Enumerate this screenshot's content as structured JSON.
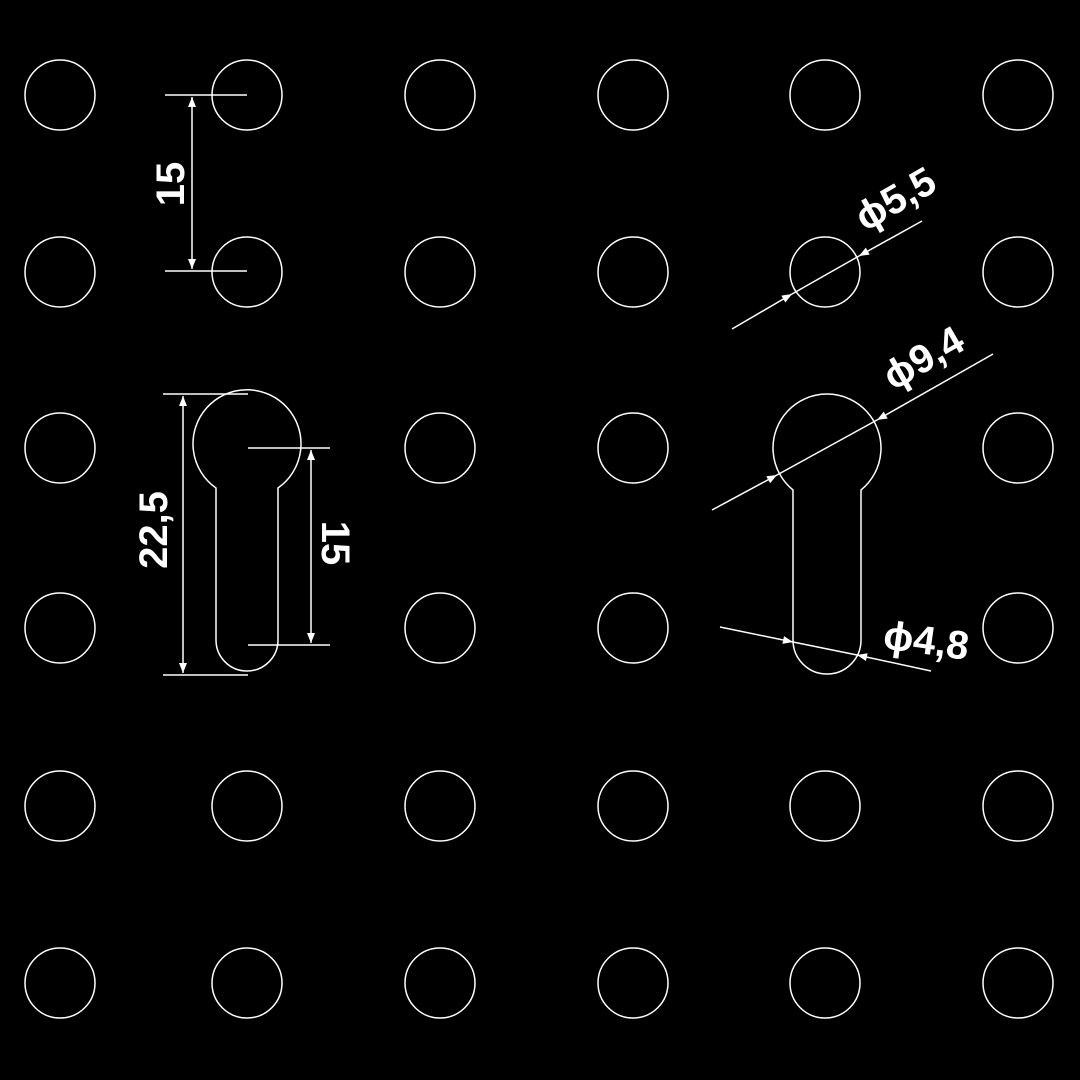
{
  "drawing": {
    "background": "#000000",
    "stroke": "#ffffff",
    "grid": {
      "columns_x": [
        60,
        247,
        440,
        633,
        825,
        1018
      ],
      "rows_y": [
        95,
        272,
        448,
        628,
        806,
        983
      ],
      "hole_radius": 35
    },
    "dimensions": {
      "pitch_vertical": "15",
      "slot_total_length": "22,5",
      "slot_center_distance": "15",
      "hole_diameter": "ϕ5,5",
      "slot_head_diameter": "ϕ9,4",
      "slot_tail_diameter": "ϕ4,8"
    }
  }
}
